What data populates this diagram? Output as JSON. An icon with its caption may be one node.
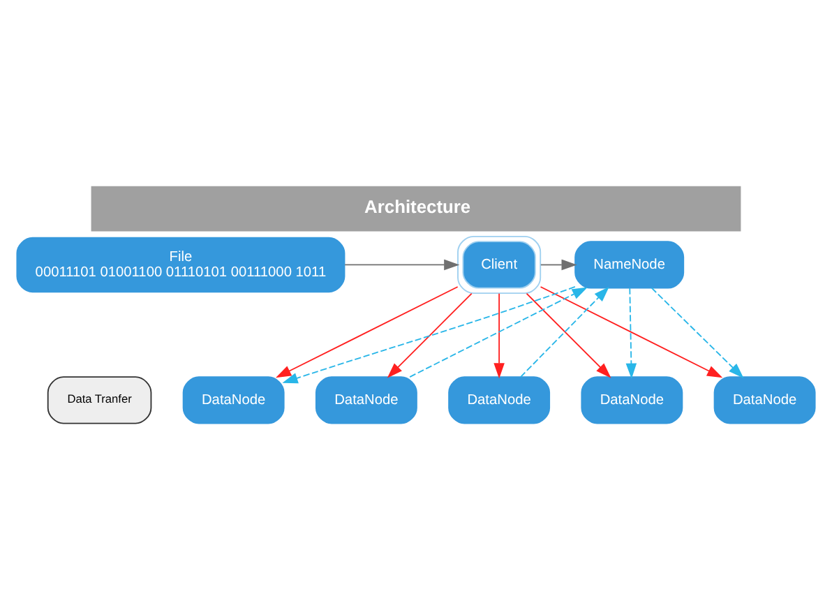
{
  "diagram": {
    "title": "Architecture",
    "nodes": [
      {
        "text": [
          "File",
          "00011101 01001100 01110101 00111000 1011"
        ]
      },
      {
        "text": [
          "Client"
        ]
      },
      {
        "text": [
          "NameNode"
        ]
      },
      {
        "text": [
          "Data Tranfer"
        ]
      },
      {
        "text": [
          "DataNode"
        ]
      },
      {
        "text": [
          "DataNode"
        ]
      },
      {
        "text": [
          "DataNode"
        ]
      },
      {
        "text": [
          "DataNode"
        ]
      },
      {
        "text": [
          "DataNode"
        ]
      }
    ],
    "edges": [
      {
        "from": 0,
        "to": 1,
        "arrow": "to",
        "color": "#707070"
      },
      {
        "from": 1,
        "to": 2,
        "arrow": "to",
        "color": "#707070"
      },
      {
        "from": 1,
        "to": 4,
        "arrow": "to",
        "color": "#ff2020"
      },
      {
        "from": 1,
        "to": 5,
        "arrow": "to",
        "color": "#ff2020"
      },
      {
        "from": 1,
        "to": 6,
        "arrow": "to",
        "color": "#ff2020"
      },
      {
        "from": 1,
        "to": 7,
        "arrow": "to",
        "color": "#ff2020"
      },
      {
        "from": 1,
        "to": 8,
        "arrow": "to",
        "color": "#ff2020"
      },
      {
        "from": 2,
        "to": 4,
        "arrow": "to",
        "style": "dashed",
        "color": "#29b6e8"
      },
      {
        "from": 5,
        "to": 2,
        "arrow": "to",
        "style": "dashed",
        "color": "#29b6e8"
      },
      {
        "from": 6,
        "to": 2,
        "arrow": "to",
        "style": "dashed",
        "color": "#29b6e8"
      },
      {
        "from": 2,
        "to": 7,
        "arrow": "to",
        "style": "dashed",
        "color": "#29b6e8"
      },
      {
        "from": 2,
        "to": 8,
        "arrow": "to",
        "style": "dashed",
        "color": "#29b6e8"
      }
    ]
  }
}
